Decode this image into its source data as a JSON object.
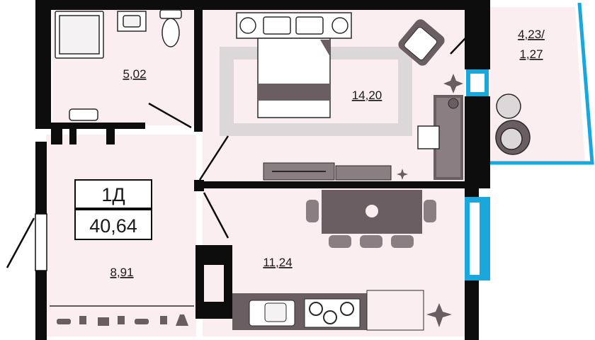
{
  "apartment": {
    "type_label": "1Д",
    "total_area": "40,64"
  },
  "rooms": {
    "bathroom": {
      "area": "5,02"
    },
    "bedroom": {
      "area": "14,20"
    },
    "balcony": {
      "area_line1": "4,23/",
      "area_line2": "1,27"
    },
    "hallway": {
      "area": "8,91"
    },
    "kitchen": {
      "area": "11,24"
    }
  },
  "colors": {
    "wall": "#0d0d0d",
    "floor": "#fbeef0",
    "furniture": "#6b5e62",
    "rug": "#dcd7d8",
    "window": "#1aa7dc"
  },
  "icons": [
    "bed-icon",
    "armchair-icon",
    "desk-icon",
    "dining-table-icon",
    "sink-icon",
    "stove-icon",
    "toilet-icon",
    "bathtub-icon",
    "plant-icon",
    "shoe-icon",
    "bag-icon"
  ]
}
